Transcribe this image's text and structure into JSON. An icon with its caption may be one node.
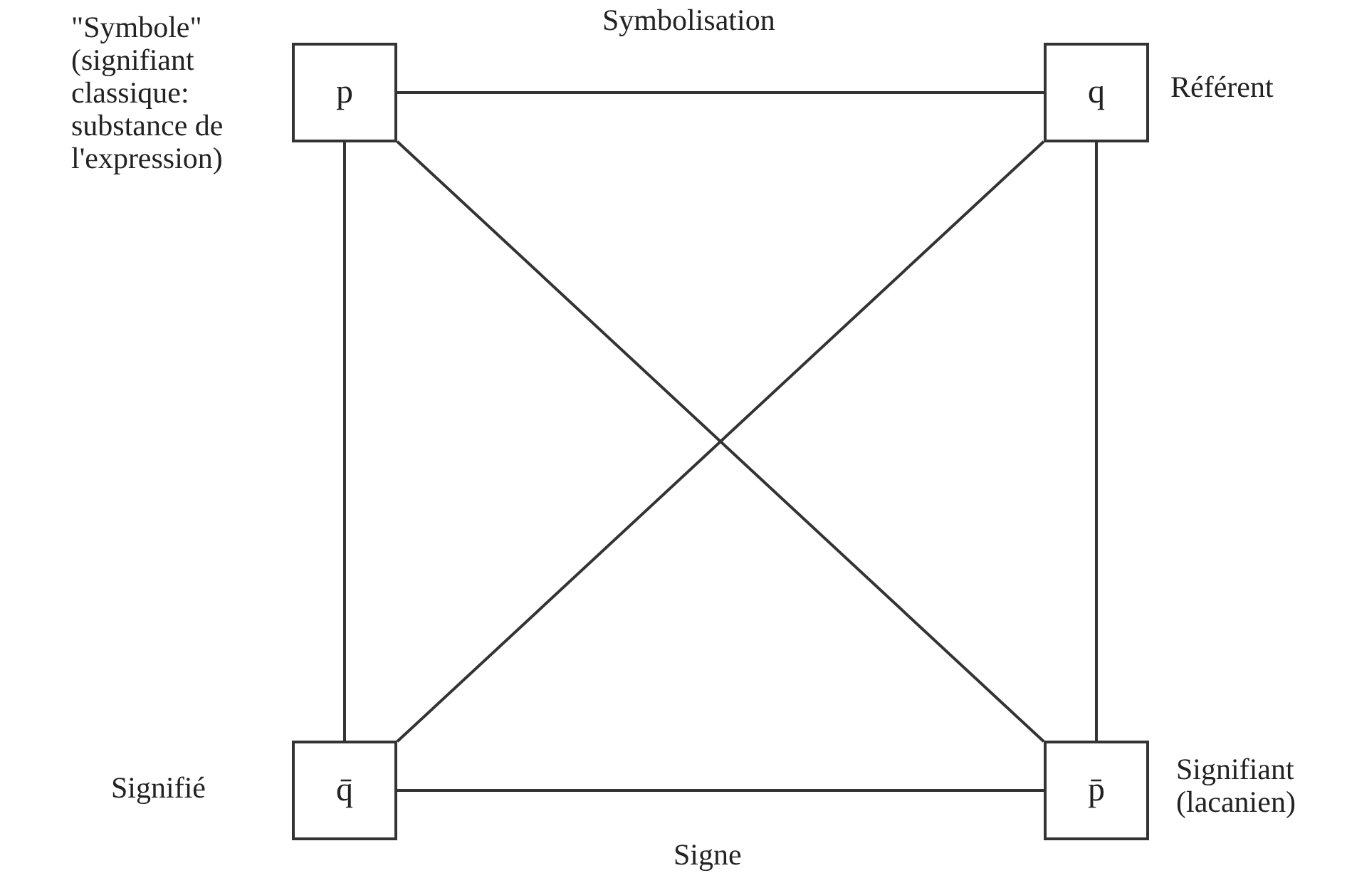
{
  "diagram": {
    "nodes": [
      {
        "text": [
          "p"
        ],
        "beside": [
          "\"Symbole\" (signifiant classique: substance de l'expression)"
        ]
      },
      {
        "text": [
          "q"
        ],
        "beside": [
          "Référent"
        ]
      },
      {
        "text": [
          "q̄"
        ],
        "beside": [
          "Signifié"
        ]
      },
      {
        "text": [
          "p̄"
        ],
        "beside": [
          "Signifiant (lacanien)"
        ]
      }
    ],
    "edges": [
      {
        "from": 0,
        "to": 1,
        "arrow": "none",
        "label": "Symbolisation"
      },
      {
        "from": 0,
        "to": 2,
        "arrow": "none"
      },
      {
        "from": 0,
        "to": 3,
        "arrow": "none"
      },
      {
        "from": 1,
        "to": 2,
        "arrow": "none"
      },
      {
        "from": 1,
        "to": 3,
        "arrow": "none"
      },
      {
        "from": 2,
        "to": 3,
        "arrow": "none",
        "label": "Signe"
      }
    ]
  }
}
